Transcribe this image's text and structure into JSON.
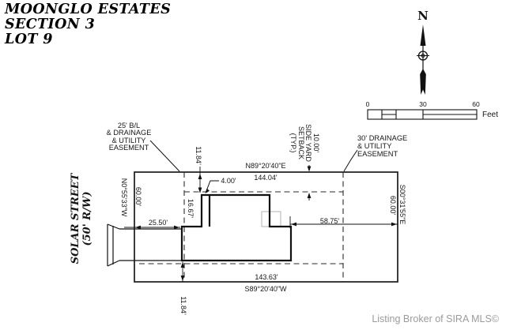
{
  "title": {
    "lines": [
      "MOONGLO ESTATES",
      "SECTION 3",
      "LOT 9"
    ]
  },
  "compass": {
    "north": "N"
  },
  "scalebar": {
    "tick0": "0",
    "tick30": "30",
    "tick60": "60",
    "unit": "Feet"
  },
  "street": {
    "name": "SOLAR STREET",
    "right_of_way": "(50' R/W)"
  },
  "lot": {
    "north_bearing": "N89°20'40\"E",
    "north_distance": "144.04'",
    "south_bearing": "S89°20'40\"W",
    "south_distance": "143.63'",
    "west_bearing": "N0°55'33\"W",
    "west_distance": "60.00'",
    "east_bearing": "S00°31'55\"E",
    "east_distance": "60.00'"
  },
  "labels": {
    "front_easement": {
      "lines": [
        "25' B/L",
        "& DRAINAGE",
        "& UTILITY",
        "EASEMENT"
      ]
    },
    "rear_easement": {
      "lines": [
        "30' DRAINAGE",
        "& UTILITY",
        "EASEMENT"
      ]
    },
    "side_setback": {
      "lines": [
        "10.00'",
        "SIDE YARD",
        "SETBACK",
        "(TYP.)"
      ]
    }
  },
  "dimensions": {
    "front_offset_top": "11.84'",
    "front_offset_bottom": "11.84'",
    "porch_width": "4.00'",
    "porch_depth": "16.67'",
    "house_to_front_line": "25.50'",
    "house_to_rear_line": "58.75'"
  },
  "credit": "Listing Broker of SIRA MLS©",
  "colors": {
    "line": "#1a1a1a",
    "porch_line": "#b3b3b3",
    "credit_text": "#9b9b9b"
  }
}
